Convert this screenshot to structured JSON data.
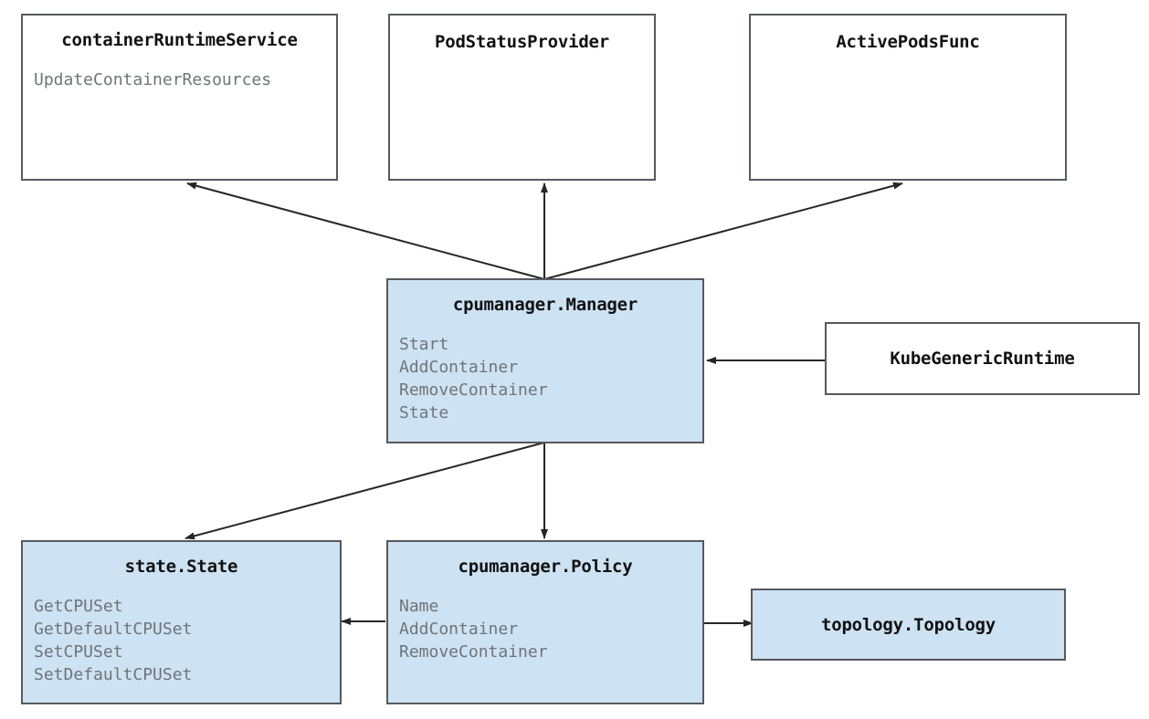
{
  "diagram": {
    "kind": "uml-class-diagram",
    "background_color": "#ffffff",
    "border_color": "#555a5e",
    "fill_color_highlight": "#cde2f2",
    "fill_color_plain": "#ffffff",
    "title_color": "#111111",
    "member_color": "#6f7479",
    "edge_color": "#262626"
  },
  "nodes": {
    "container_runtime_service": {
      "title": "containerRuntimeService",
      "members": [
        "UpdateContainerResources"
      ]
    },
    "pod_status_provider": {
      "title": "PodStatusProvider",
      "members": []
    },
    "active_pods_func": {
      "title": "ActivePodsFunc",
      "members": []
    },
    "cpumanager_manager": {
      "title": "cpumanager.Manager",
      "members": [
        "Start",
        "AddContainer",
        "RemoveContainer",
        "State"
      ]
    },
    "kube_generic_runtime": {
      "title": "KubeGenericRuntime",
      "members": []
    },
    "state_state": {
      "title": "state.State",
      "members": [
        "GetCPUSet",
        "GetDefaultCPUSet",
        "SetCPUSet",
        "SetDefaultCPUSet"
      ]
    },
    "cpumanager_policy": {
      "title": "cpumanager.Policy",
      "members": [
        "Name",
        "AddContainer",
        "RemoveContainer"
      ]
    },
    "topology_topology": {
      "title": "topology.Topology",
      "members": []
    }
  },
  "edges": [
    {
      "from": "cpumanager_manager",
      "to": "container_runtime_service"
    },
    {
      "from": "cpumanager_manager",
      "to": "pod_status_provider"
    },
    {
      "from": "cpumanager_manager",
      "to": "active_pods_func"
    },
    {
      "from": "kube_generic_runtime",
      "to": "cpumanager_manager"
    },
    {
      "from": "cpumanager_manager",
      "to": "state_state"
    },
    {
      "from": "cpumanager_manager",
      "to": "cpumanager_policy"
    },
    {
      "from": "cpumanager_policy",
      "to": "state_state"
    },
    {
      "from": "cpumanager_policy",
      "to": "topology_topology"
    }
  ]
}
